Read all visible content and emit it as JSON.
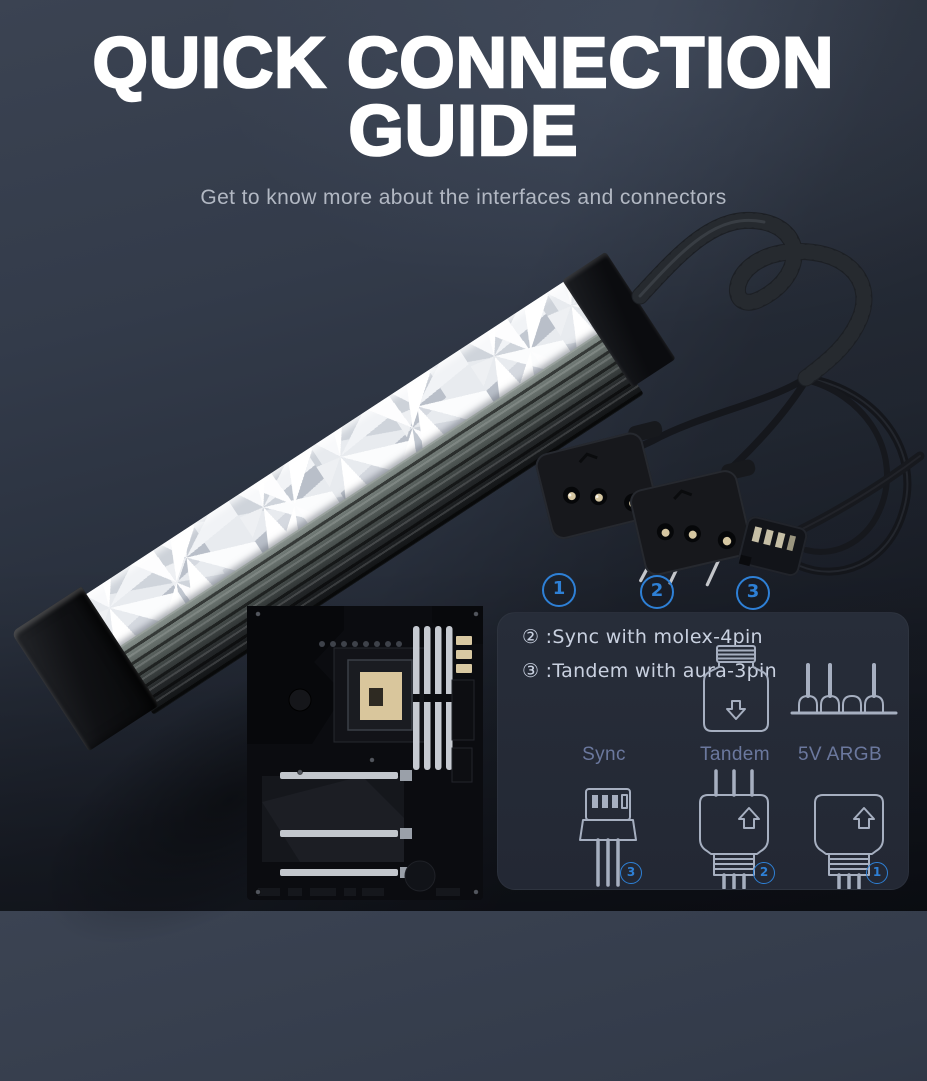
{
  "header": {
    "title_line1": "QUICK CONNECTION",
    "title_line2": "GUIDE",
    "subtitle": "Get to know more about the interfaces and connectors"
  },
  "photo": {
    "callouts": [
      "1",
      "2",
      "3"
    ]
  },
  "panel": {
    "notes": [
      "② :Sync with molex-4pin",
      "③ :Tandem with aura-3pin"
    ],
    "labels": [
      "Sync",
      "Tandem",
      "5V ARGB"
    ],
    "badges": [
      "3",
      "2",
      "1"
    ]
  },
  "icons": {
    "tandem": "tandem-connector-outline-icon",
    "argb_header": "5v-argb-3pin-header-icon",
    "sync_4pin": "sync-4pin-connector-icon",
    "male_3pin": "male-3pin-plug-icon",
    "female_3pin": "female-3pin-plug-icon",
    "arrow_up": "⇧",
    "arrow_down": "⇩"
  },
  "colors": {
    "background_top": "#3b4352",
    "background_bottom": "#141822",
    "panel_background": "#252b37",
    "accent_blue": "#2e80d6",
    "title_text": "#ffffff",
    "subtitle_text": "#b2b8c3",
    "panel_text": "#c9d1e0",
    "label_text": "#6b789e",
    "icon_stroke": "#a6afc0"
  }
}
